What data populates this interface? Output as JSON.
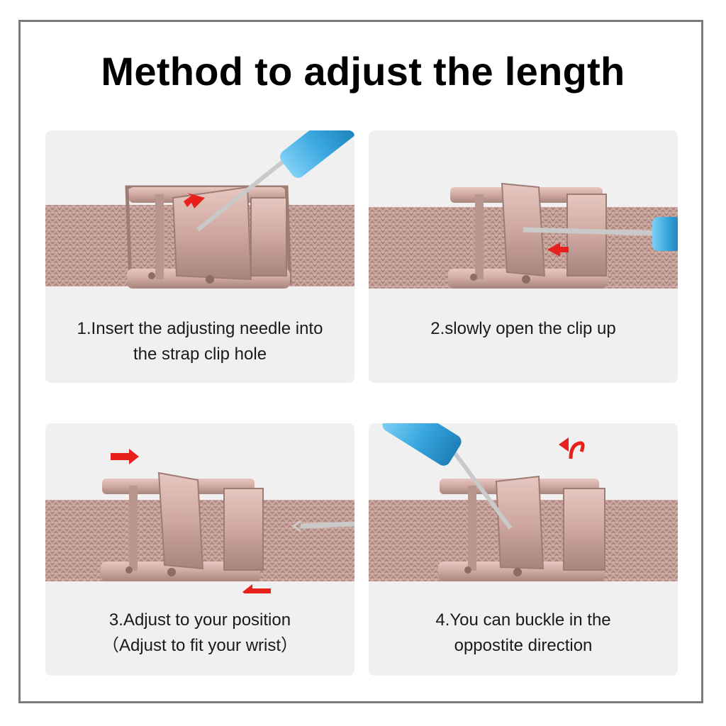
{
  "title": "Method to adjust the length",
  "steps": [
    {
      "line1": "1.Insert the adjusting needle into",
      "line2": "the strap clip hole"
    },
    {
      "line1": "2.slowly open the clip up",
      "line2": ""
    },
    {
      "line1": "3.Adjust to your position",
      "line2": "（Adjust to fit your wrist）"
    },
    {
      "line1": "4.You can buckle  in the",
      "line2": "oppostite direction"
    }
  ],
  "colors": {
    "mesh": "#c9a49c",
    "mesh_dark": "#a8827a",
    "metal": "#d8b5ad",
    "metal_dark": "#9e7c74",
    "arrow": "#e8201c",
    "screwdriver_handle": "#3aa8e0",
    "card_bg": "#f0f0f0",
    "border": "#7a7a7a"
  },
  "icons": [
    "screwdriver-icon",
    "red-arrow-icon",
    "mesh-strap-icon"
  ]
}
